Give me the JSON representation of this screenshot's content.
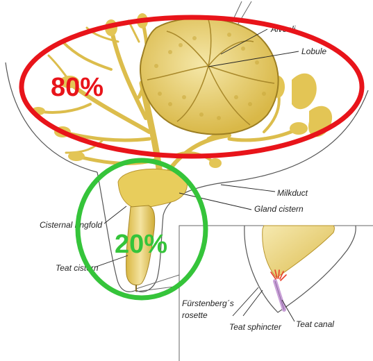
{
  "colors": {
    "tissue": "#e6c74a",
    "tissue_light": "#f3e09a",
    "tissue_dark": "#b8952a",
    "outline": "#555555",
    "red_ring": "#e8141a",
    "green_ring": "#35c43a",
    "sphincter": "#c9a0d8",
    "rosette": "#e8402a"
  },
  "labels": {
    "alveoli": "Alveoli",
    "lobule": "Lobule",
    "milkduct": "Milkduct",
    "gland_cistern": "Gland cistern",
    "cisternal_ringfold": "Cisternal ringfold",
    "teat_cistern": "Teat cistern",
    "furstenberg_line1": "Fürstenberg´s",
    "furstenberg_line2": "rosette",
    "teat_sphincter": "Teat sphincter",
    "teat_canal": "Teat canal"
  },
  "percentages": {
    "upper": "80%",
    "lower": "20%"
  }
}
